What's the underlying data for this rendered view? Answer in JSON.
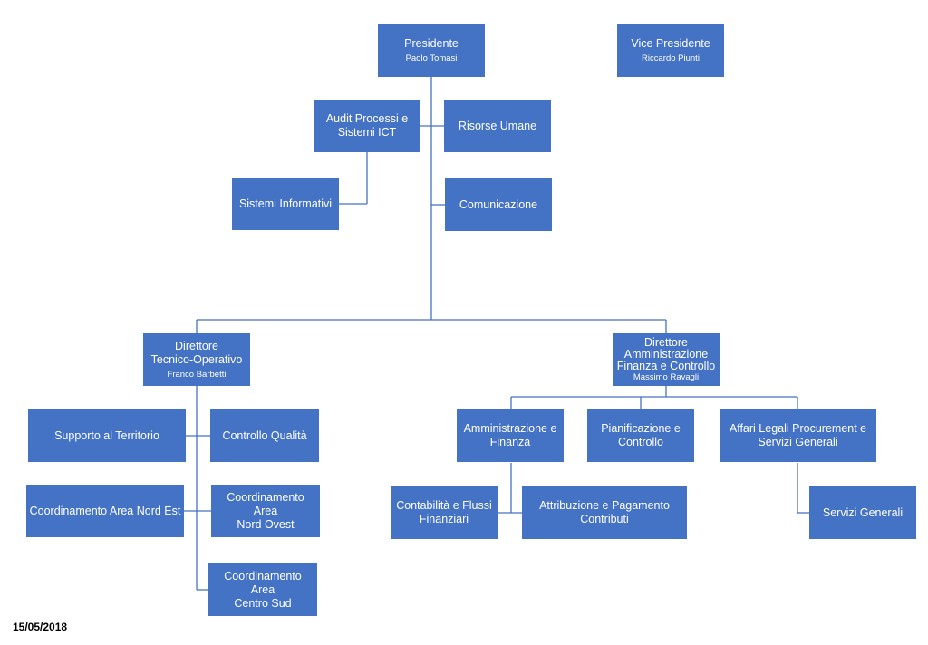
{
  "chart": {
    "nodes": {
      "presidente": {
        "title": "Presidente",
        "name": "Paolo Tomasi"
      },
      "vice_presidente": {
        "title": "Vice Presidente",
        "name": "Riccardo Piunti"
      },
      "audit": {
        "title": "Audit Processi e\nSistemi ICT"
      },
      "risorse_umane": {
        "title": "Risorse Umane"
      },
      "sistemi_informativi": {
        "title": "Sistemi Informativi"
      },
      "comunicazione": {
        "title": "Comunicazione"
      },
      "dir_tecnico": {
        "title": "Direttore\nTecnico-Operativo",
        "name": "Franco Barbetti"
      },
      "dir_amministrazione": {
        "title": "Direttore\nAmministrazione\nFinanza e Controllo",
        "name": "Massimo Ravagli"
      },
      "supporto_territorio": {
        "title": "Supporto al Territorio"
      },
      "controllo_qualita": {
        "title": "Controllo Qualità"
      },
      "coord_nord_est": {
        "title": "Coordinamento Area Nord Est"
      },
      "coord_nord_ovest": {
        "title": "Coordinamento Area\nNord Ovest"
      },
      "coord_centro_sud": {
        "title": "Coordinamento Area\nCentro Sud"
      },
      "amministrazione_finanza": {
        "title": "Amministrazione e\nFinanza"
      },
      "pianificazione": {
        "title": "Pianificazione e\nControllo"
      },
      "affari_legali": {
        "title": "Affari Legali Procurement e\nServizi Generali"
      },
      "contabilita": {
        "title": "Contabilità e Flussi\nFinanziari"
      },
      "attribuzione": {
        "title": "Attribuzione e Pagamento\nContributi"
      },
      "servizi_generali": {
        "title": "Servizi Generali"
      }
    }
  },
  "footer": {
    "date": "15/05/2018"
  },
  "colors": {
    "box_fill": "#4472c4",
    "box_text": "#ffffff",
    "connector": "#4472c4"
  }
}
